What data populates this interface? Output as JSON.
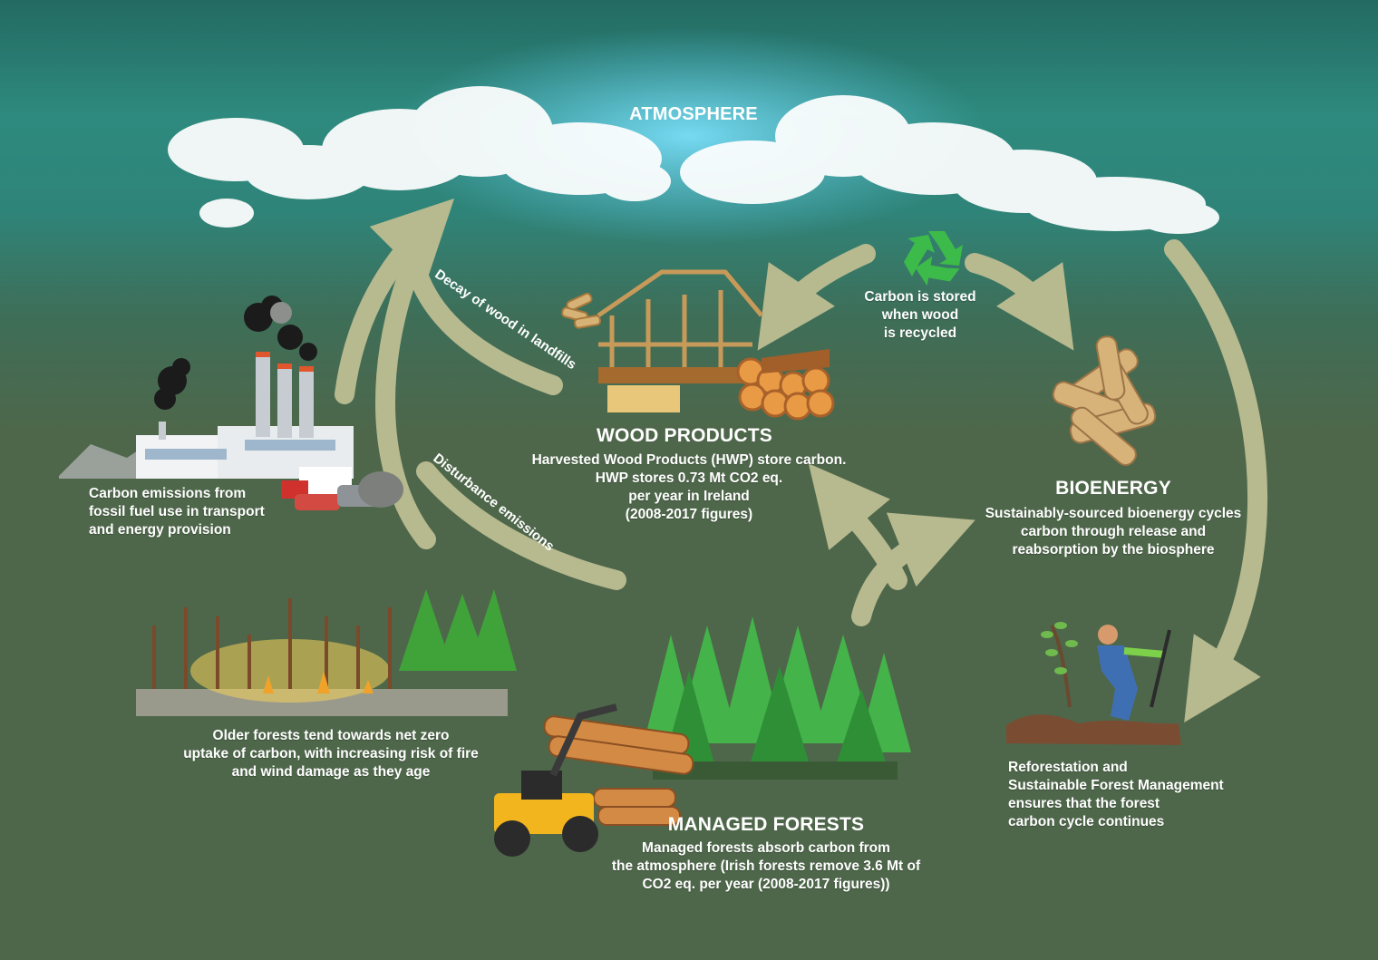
{
  "atmosphere": {
    "title": "ATMOSPHERE"
  },
  "fossil": {
    "lines": [
      "Carbon emissions from",
      "fossil fuel use in transport",
      "and energy provision"
    ]
  },
  "decay_label": "Decay of wood in landfills",
  "disturbance_label": "Disturbance emissions",
  "recycle": {
    "lines": [
      "Carbon is stored",
      "when wood",
      "is recycled"
    ]
  },
  "wood_products": {
    "title": "WOOD PRODUCTS",
    "lines": [
      "Harvested Wood Products (HWP) store carbon.",
      "HWP stores 0.73 Mt CO2 eq.",
      "per year in Ireland",
      "(2008-2017 figures)"
    ]
  },
  "bioenergy": {
    "title": "BIOENERGY",
    "lines": [
      "Sustainably-sourced bioenergy cycles",
      "carbon through release and",
      "reabsorption by the biosphere"
    ]
  },
  "older_forests": {
    "lines": [
      "Older forests tend towards net zero",
      "uptake of carbon, with increasing risk of fire",
      "and wind damage as they age"
    ]
  },
  "managed_forests": {
    "title": "MANAGED FORESTS",
    "lines": [
      "Managed forests absorb carbon from",
      "the atmosphere (Irish forests remove 3.6 Mt of",
      "CO2 eq. per year (2008-2017 figures))"
    ]
  },
  "reforestation": {
    "lines": [
      "Reforestation and",
      "Sustainable Forest Management",
      "ensures that the forest",
      "carbon cycle continues"
    ]
  },
  "colors": {
    "sky_top": "#2d7a6f",
    "ground": "#4e674a",
    "arrow": "#b7b98f",
    "recycle_green": "#3dbb4a"
  }
}
